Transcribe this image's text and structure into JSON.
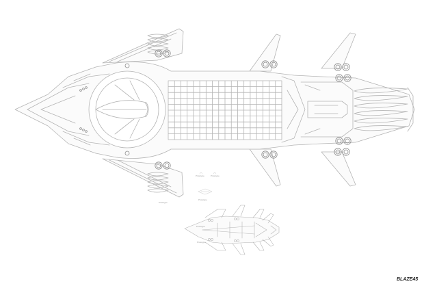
{
  "signature": "BLAZE45",
  "small_labels": {
    "a": "Prototype",
    "b": "Prototype",
    "c": "Prototype",
    "d": "Prototype",
    "e": "Prototype",
    "f": "Prototype"
  },
  "colors": {
    "background": "#ffffff",
    "linework": "#b4b4b4",
    "linework_dark": "#8c8c8c",
    "hull_fill": "#fbfbfb"
  }
}
